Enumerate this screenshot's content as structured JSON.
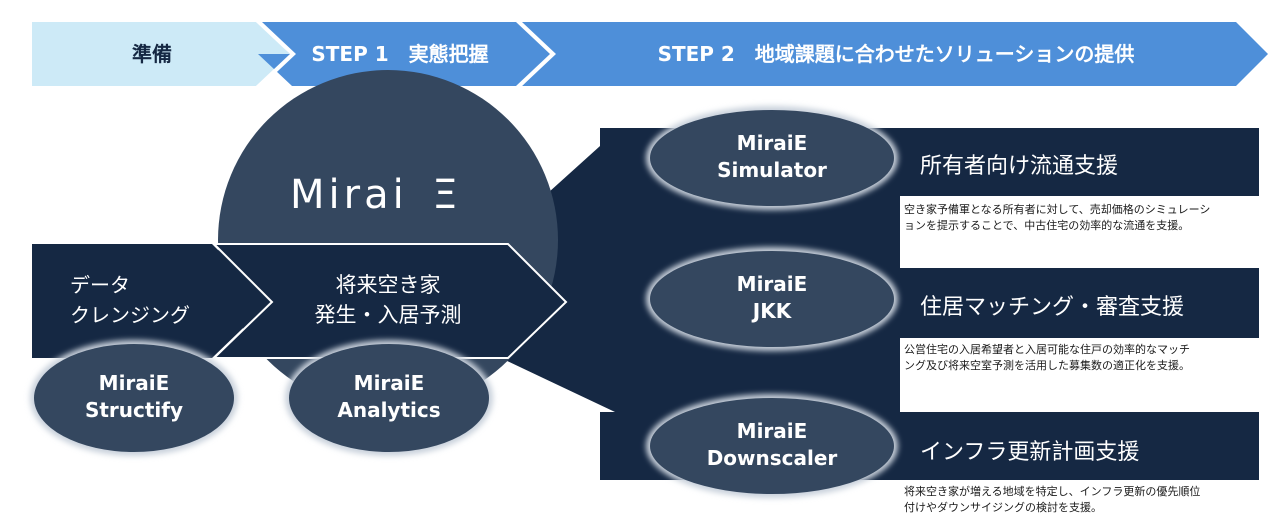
{
  "header": {
    "steps": [
      {
        "label": "準備"
      },
      {
        "label": "STEP 1　実態把握"
      },
      {
        "label": "STEP 2　地域課題に合わせたソリューションの提供"
      }
    ]
  },
  "brand": {
    "logo_text": "Mirai",
    "logo_mark": "Ξ"
  },
  "left": {
    "data_cleansing": {
      "line1": "データ",
      "line2": "クレンジング"
    },
    "forecast": {
      "line1": "将来空き家",
      "line2": "発生・入居予測"
    }
  },
  "products": {
    "structify": {
      "line1": "MiraiE",
      "line2": "Structify"
    },
    "analytics": {
      "line1": "MiraiE",
      "line2": "Analytics"
    },
    "simulator": {
      "line1": "MiraiE",
      "line2": "Simulator"
    },
    "jkk": {
      "line1": "MiraiE",
      "line2": "JKK"
    },
    "downscaler": {
      "line1": "MiraiE",
      "line2": "Downscaler"
    }
  },
  "solutions": [
    {
      "title": "所有者向け流通支援",
      "desc_line1": "空き家予備軍となる所有者に対して、売却価格のシミュレーシ",
      "desc_line2": "ョンを提示することで、中古住宅の効率的な流通を支援。"
    },
    {
      "title": "住居マッチング・審査支援",
      "desc_line1": "公営住宅の入居希望者と入居可能な住戸の効率的なマッチ",
      "desc_line2": "ング及び将来空室予測を活用した募集数の適正化を支援。"
    },
    {
      "title": "インフラ更新計画支援",
      "desc_line1": "将来空き家が増える地域を特定し、インフラ更新の優先順位",
      "desc_line2": "付けやダウンサイジングの検討を支援。"
    }
  ],
  "colors": {
    "navy": "#152843",
    "slate": "#34475f",
    "ring": "#c9d1dc",
    "step_prep": "#cdeaf7",
    "step_blue": "#4e8fd9",
    "step_prep_text": "#152843"
  }
}
